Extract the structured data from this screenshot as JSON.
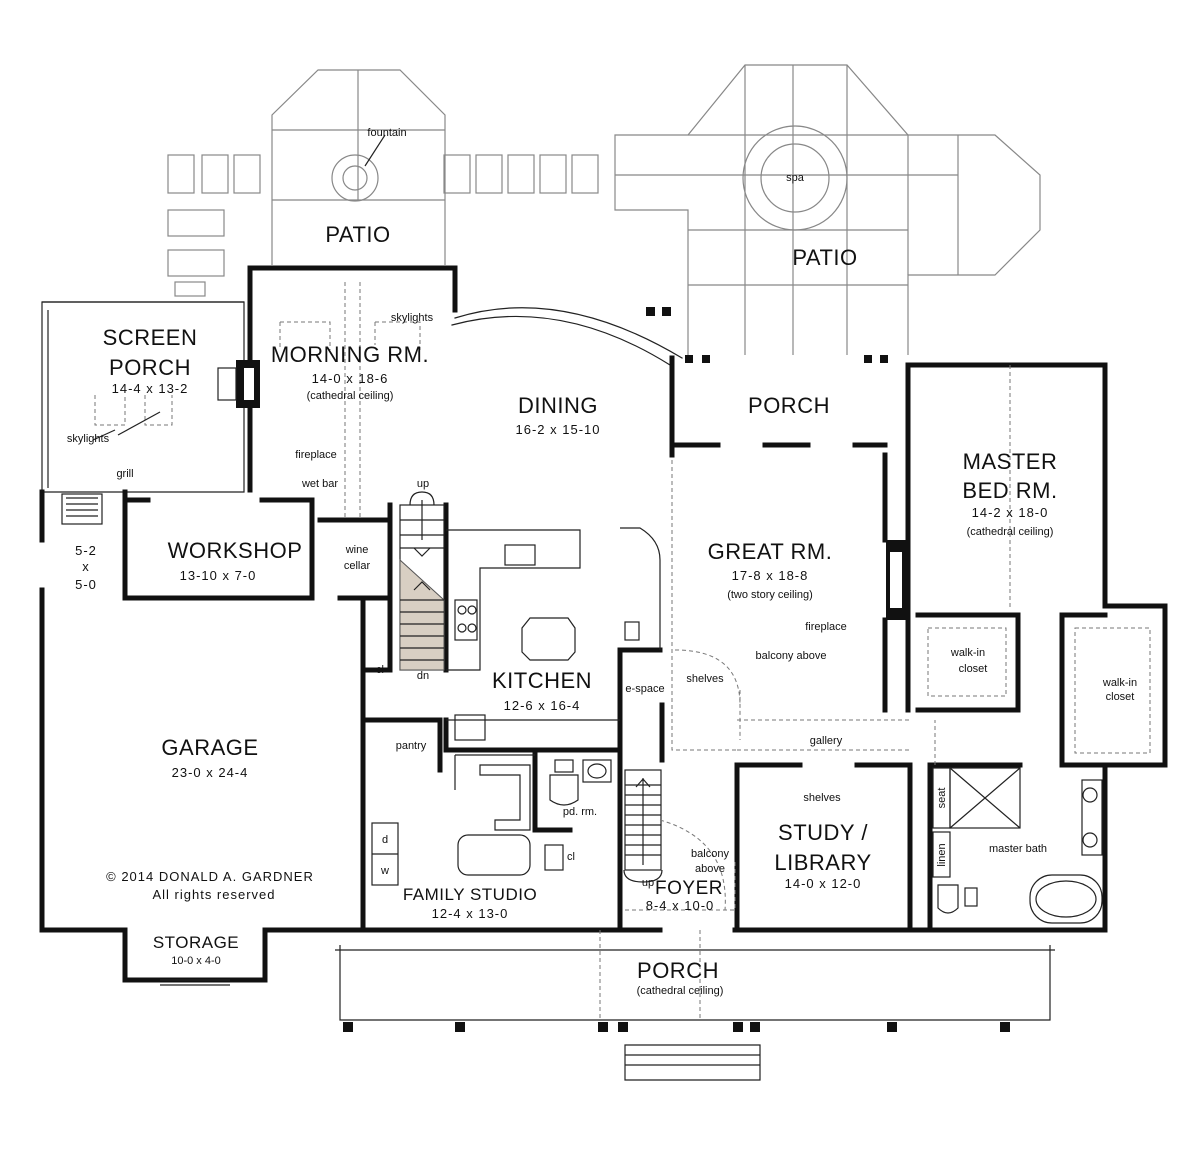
{
  "rooms": {
    "patio_left": {
      "name": "PATIO"
    },
    "fountain": {
      "name": "fountain"
    },
    "patio_right": {
      "name": "PATIO"
    },
    "spa": {
      "name": "spa"
    },
    "screen_porch": {
      "name1": "SCREEN",
      "name2": "PORCH",
      "dim": "14-4 x 13-2"
    },
    "morning": {
      "name": "MORNING RM.",
      "dim": "14-0 x 18-6",
      "note": "(cathedral ceiling)"
    },
    "dining": {
      "name": "DINING",
      "dim": "16-2 x 15-10"
    },
    "porch_rear": {
      "name": "PORCH"
    },
    "master": {
      "name1": "MASTER",
      "name2": "BED RM.",
      "dim": "14-2 x 18-0",
      "note": "(cathedral ceiling)"
    },
    "workshop": {
      "name": "WORKSHOP",
      "dim": "13-10 x 7-0"
    },
    "closet_small": {
      "line1": "5-2",
      "line2": "x",
      "line3": "5-0"
    },
    "wine": {
      "line1": "wine",
      "line2": "cellar"
    },
    "great": {
      "name": "GREAT RM.",
      "dim": "17-8 x 18-8",
      "note": "(two story ceiling)"
    },
    "kitchen": {
      "name": "KITCHEN",
      "dim": "12-6 x 16-4"
    },
    "garage": {
      "name": "GARAGE",
      "dim": "23-0 x 24-4"
    },
    "walkin1": {
      "line1": "walk-in",
      "line2": "closet"
    },
    "walkin2": {
      "line1": "walk-in",
      "line2": "closet"
    },
    "study": {
      "name1": "STUDY /",
      "name2": "LIBRARY",
      "dim": "14-0 x 12-0"
    },
    "family": {
      "name": "FAMILY STUDIO",
      "dim": "12-4 x 13-0"
    },
    "foyer": {
      "name": "FOYER",
      "dim": "8-4 x 10-0"
    },
    "storage": {
      "name": "STORAGE",
      "dim": "10-0 x 4-0"
    },
    "porch_front": {
      "name": "PORCH",
      "note": "(cathedral ceiling)"
    }
  },
  "labels": {
    "skylights_top": "skylights",
    "skylights_left": "skylights",
    "fireplace_morning": "fireplace",
    "grill": "grill",
    "wet_bar": "wet bar",
    "up_top": "up",
    "dn": "dn",
    "cl_stair": "cl",
    "pantry": "pantry",
    "e_space": "e-space",
    "shelves_kitchen": "shelves",
    "balcony_above_top": "balcony above",
    "fireplace_great": "fireplace",
    "gallery": "gallery",
    "shelves_study": "shelves",
    "pd_rm": "pd. rm.",
    "cl_pd": "cl",
    "balcony_above_foyer_1": "balcony",
    "balcony_above_foyer_2": "above",
    "up_foyer": "up",
    "seat": "seat",
    "linen": "linen",
    "master_bath": "master bath",
    "washer_d": "d",
    "washer_w": "w"
  },
  "copyright": {
    "line1": "© 2014 DONALD A. GARDNER",
    "line2": "All rights reserved"
  }
}
